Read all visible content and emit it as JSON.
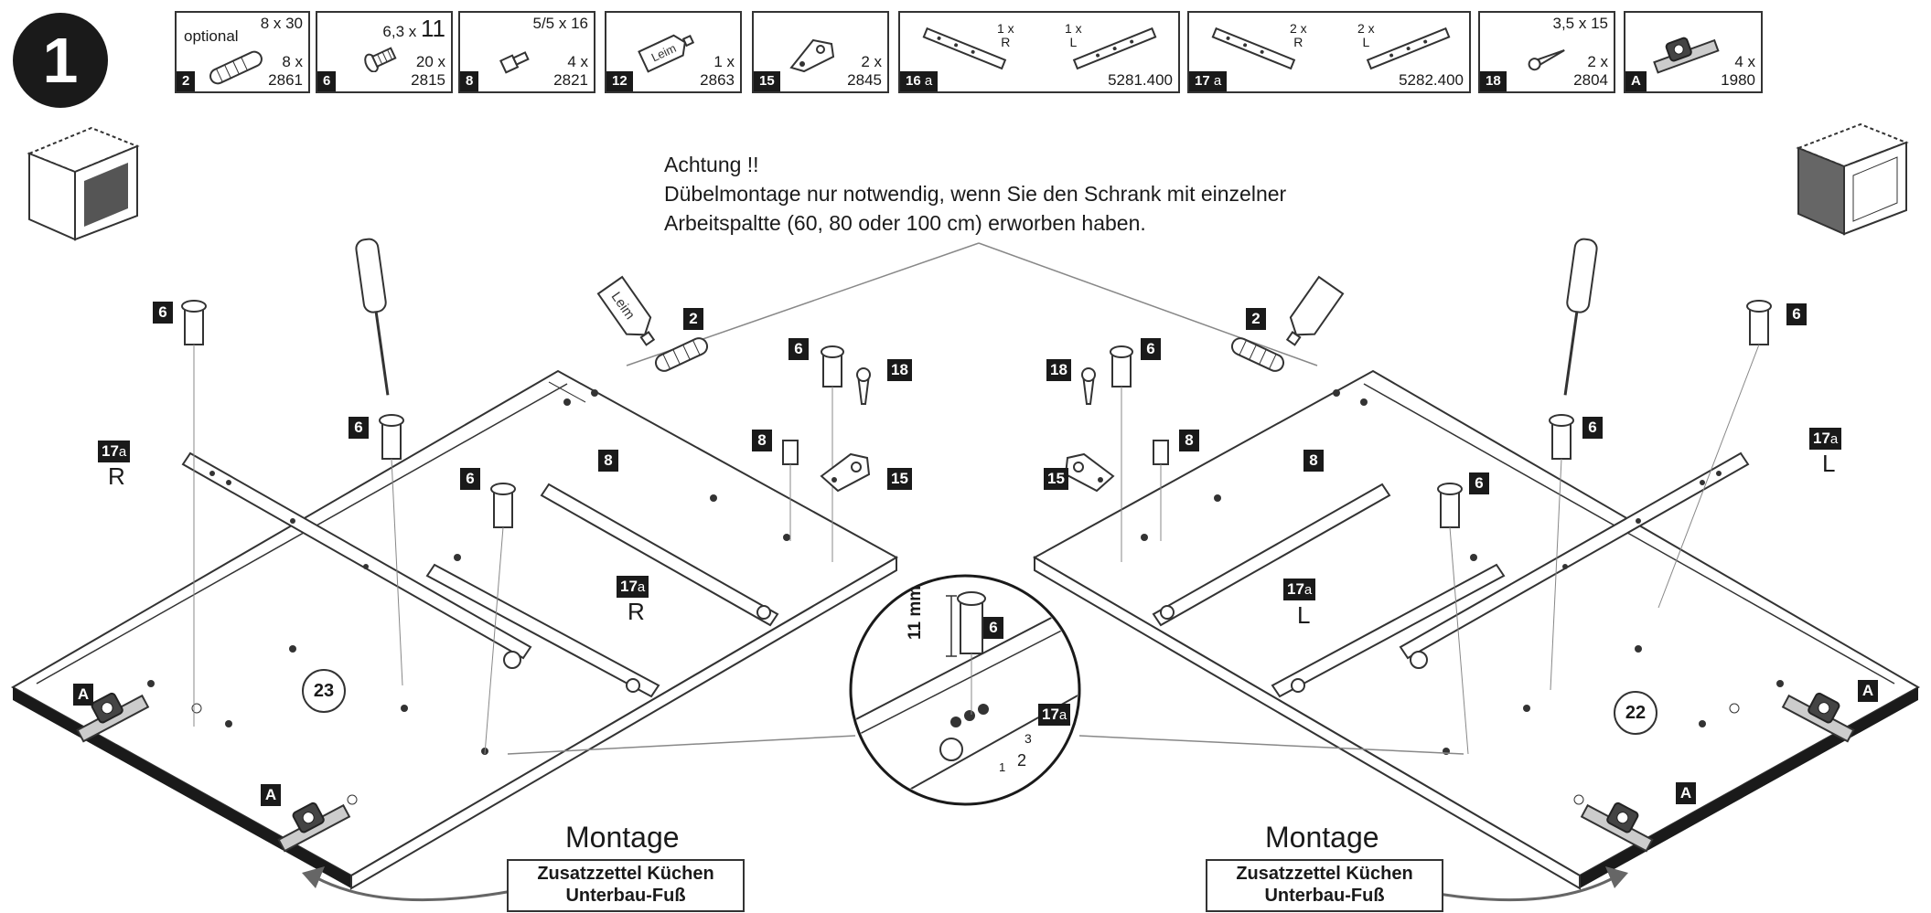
{
  "step": "1",
  "parts": [
    {
      "num": "2",
      "optional": "optional",
      "dim": "8 x 30",
      "qty": "8 x",
      "code": "2861"
    },
    {
      "num": "6",
      "dim_a": "6,3 x",
      "dim_b": "11",
      "qty": "20 x",
      "code": "2815"
    },
    {
      "num": "8",
      "dim": "5/5 x 16",
      "qty": "4 x",
      "code": "2821"
    },
    {
      "num": "12",
      "tube": "Leim",
      "qty": "1 x",
      "code": "2863"
    },
    {
      "num": "15",
      "qty": "2 x",
      "code": "2845"
    },
    {
      "num": "16",
      "suffix": "a",
      "qty_r": "1 x",
      "r": "R",
      "qty_l": "1 x",
      "l": "L",
      "code": "5281.400"
    },
    {
      "num": "17",
      "suffix": "a",
      "qty_r": "2 x",
      "r": "R",
      "qty_l": "2 x",
      "l": "L",
      "code": "5282.400"
    },
    {
      "num": "18",
      "dim": "3,5 x 15",
      "qty": "2 x",
      "code": "2804"
    },
    {
      "num": "A",
      "qty": "4 x",
      "code": "1980"
    }
  ],
  "note": {
    "line1": "Achtung !!",
    "line2": "Dübelmontage nur notwendig, wenn Sie den Schrank mit einzelner",
    "line3": "Arbeitspaltte (60, 80 oder 100 cm) erworben haben."
  },
  "labels": {
    "tag_6": "6",
    "tag_2": "2",
    "tag_8": "8",
    "tag_15": "15",
    "tag_18": "18",
    "tag_17": "17",
    "tag_17_suffix": "a",
    "tag_A": "A",
    "R": "R",
    "L": "L",
    "panel_left": "23",
    "panel_right": "22",
    "leim": "Leim",
    "detail_dim": "11 mm",
    "detail_1": "1",
    "detail_2": "2",
    "detail_3": "3"
  },
  "montage": {
    "title": "Montage",
    "line1": "Zusatzzettel Küchen",
    "line2": "Unterbau-Fuß"
  },
  "colors": {
    "ink": "#1a1a1a",
    "line": "#333333",
    "grey": "#888888"
  }
}
